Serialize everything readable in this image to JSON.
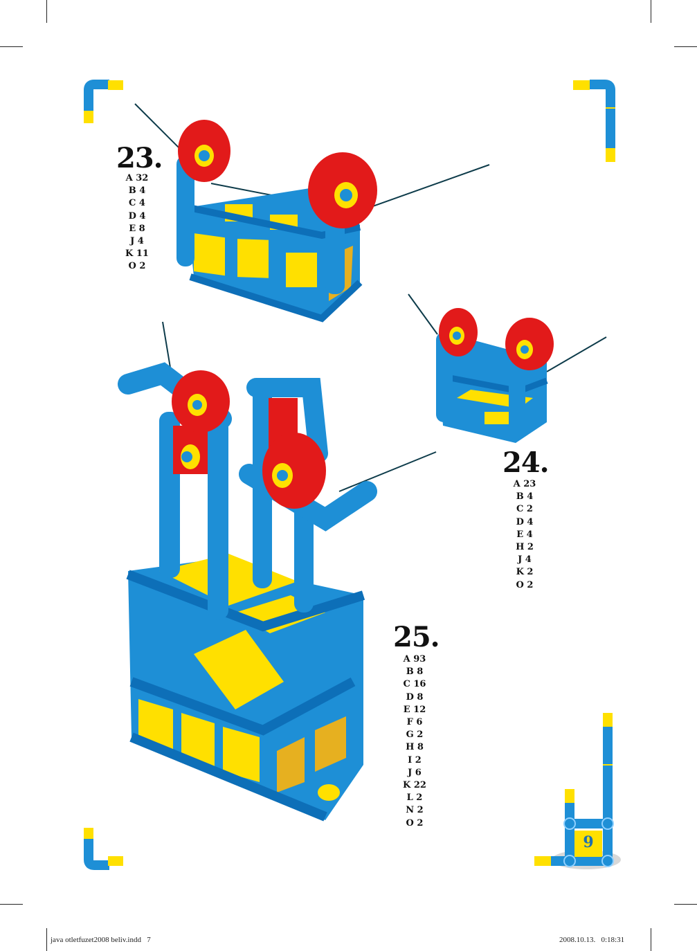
{
  "models": [
    {
      "number": "23.",
      "parts": [
        "A 32",
        "B 4",
        "C 4",
        "D 4",
        "E 8",
        "J 4",
        "K 11",
        "O 2"
      ]
    },
    {
      "number": "24.",
      "parts": [
        "A 23",
        "B 4",
        "C 2",
        "D 4",
        "E 4",
        "H 2",
        "J 4",
        "K 2",
        "O 2"
      ]
    },
    {
      "number": "25.",
      "parts": [
        "A 93",
        "B 8",
        "C 16",
        "D 8",
        "E 12",
        "F 6",
        "G 2",
        "H 8",
        "I 2",
        "J 6",
        "K 22",
        "L 2",
        "N 2",
        "O 2"
      ]
    }
  ],
  "page_badge": "9",
  "footer": {
    "left": "java otletfuzet2008 beliv.indd   7",
    "right": "2008.10.13.   0:18:31"
  },
  "colors": {
    "tube_blue": "#1e8fd6",
    "panel_yellow": "#ffe000",
    "wheel_red": "#e21a1a",
    "cable": "#0d3b4a"
  }
}
